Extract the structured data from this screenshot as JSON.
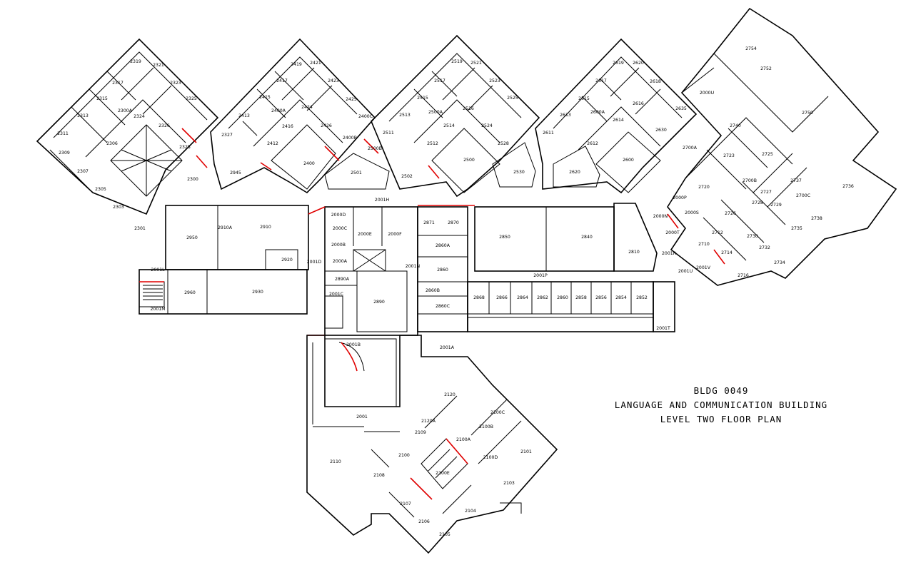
{
  "title": {
    "building": "BLDG 0049",
    "name": "LANGUAGE AND COMMUNICATION BUILDING",
    "level": "LEVEL TWO FLOOR PLAN"
  },
  "rooms": {
    "w2300": [
      "2319",
      "2321",
      "2317",
      "2323",
      "2315",
      "2325",
      "2313",
      "2300A",
      "2324",
      "2311",
      "2326",
      "2306",
      "2328",
      "2309",
      "2307",
      "2305",
      "2303",
      "2301",
      "2300"
    ],
    "w2400": [
      "2419",
      "2421",
      "2417",
      "2423",
      "2415",
      "2425",
      "2413",
      "2400A",
      "2424",
      "2327",
      "2416",
      "2426",
      "2412",
      "2400B",
      "2945",
      "2400",
      "2400C"
    ],
    "w2500": [
      "2519",
      "2521",
      "2517",
      "2523",
      "2515",
      "2525",
      "2513",
      "2500A",
      "2516",
      "2511",
      "2514",
      "2524",
      "2512",
      "2528",
      "2500B",
      "2501",
      "2502",
      "2500",
      "2530"
    ],
    "w2600": [
      "2619",
      "2620",
      "2617",
      "2618",
      "2615",
      "2613",
      "2600A",
      "2616",
      "2611",
      "2614",
      "2612",
      "2630",
      "2620",
      "2600",
      "2635"
    ],
    "east": [
      "2000U",
      "2754",
      "2752",
      "2750",
      "2740",
      "2700A",
      "2723",
      "2725",
      "2720",
      "2700B",
      "2737",
      "2727",
      "2728",
      "2700C",
      "2736",
      "2738",
      "2729",
      "2735",
      "2726",
      "2712",
      "2730",
      "2710",
      "2714",
      "2732",
      "2734",
      "2716",
      "2000P",
      "2000N",
      "2000S",
      "2000T",
      "2001R",
      "2001U",
      "2001V"
    ],
    "center": [
      "2001H",
      "2000D",
      "2000E",
      "2000F",
      "2000C",
      "2000B",
      "2000A",
      "2871",
      "2870",
      "2860A",
      "2860",
      "2860B",
      "2860C",
      "2850",
      "2840",
      "2810",
      "2001P",
      "2868",
      "2866",
      "2864",
      "2862",
      "2860",
      "2858",
      "2856",
      "2854",
      "2852",
      "2001T",
      "2950",
      "2910",
      "2910A",
      "2920",
      "2001D",
      "2001N",
      "2890A",
      "2890",
      "2001C",
      "2001L",
      "2960",
      "2930",
      "2001M",
      "2001B"
    ],
    "south": [
      "2001",
      "2110",
      "2100",
      "2120",
      "2120A",
      "2100C",
      "2100B",
      "2100A",
      "2109",
      "2101",
      "2100D",
      "2108",
      "2100E",
      "2103",
      "2107",
      "2104",
      "2106",
      "2105",
      "2001A"
    ]
  }
}
